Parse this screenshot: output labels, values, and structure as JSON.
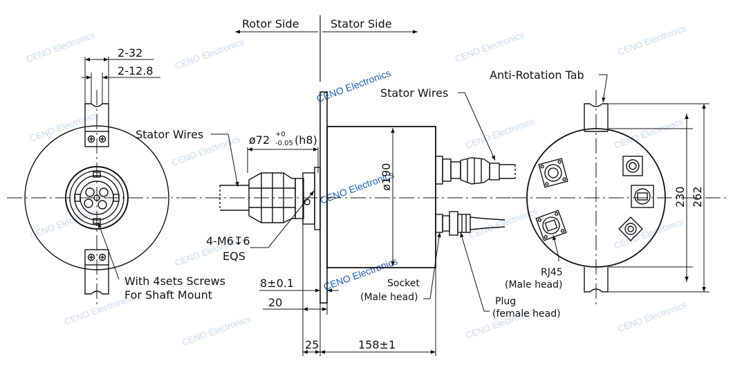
{
  "labels": {
    "rotor_side": "Rotor Side",
    "stator_side": "Stator Side",
    "dim_2_32": "2-32",
    "dim_2_12_8": "2-12.8",
    "stator_wires_left": "Stator Wires",
    "stator_wires_right": "Stator Wires",
    "dia_72": "ø72",
    "dia_72_tol_upper": "+0",
    "dia_72_tol_lower": "-0.05",
    "dia_72_fit": "(h8)",
    "dia_190": "ø190",
    "m6_holes": "4-M6↧6",
    "eqs": "EQS",
    "screws_line1": "With 4sets Screws",
    "screws_line2": "For Shaft Mount",
    "dim_8": "8±0.1",
    "dim_20": "20",
    "dim_25": "25",
    "dim_158": "158±1",
    "socket_line1": "Socket",
    "socket_line2": "(Male head)",
    "plug_line1": "Plug",
    "plug_line2": "(female head)",
    "anti_rotation": "Anti-Rotation Tab",
    "rj45_line1": "RJ45",
    "rj45_line2": "(Male head)",
    "dim_230": "230",
    "dim_262": "262"
  },
  "watermark": "CENO Electronics",
  "colors": {
    "line": "#111111",
    "watermark": "#9bb8d6",
    "watermark_bold": "#1a5fb4"
  }
}
